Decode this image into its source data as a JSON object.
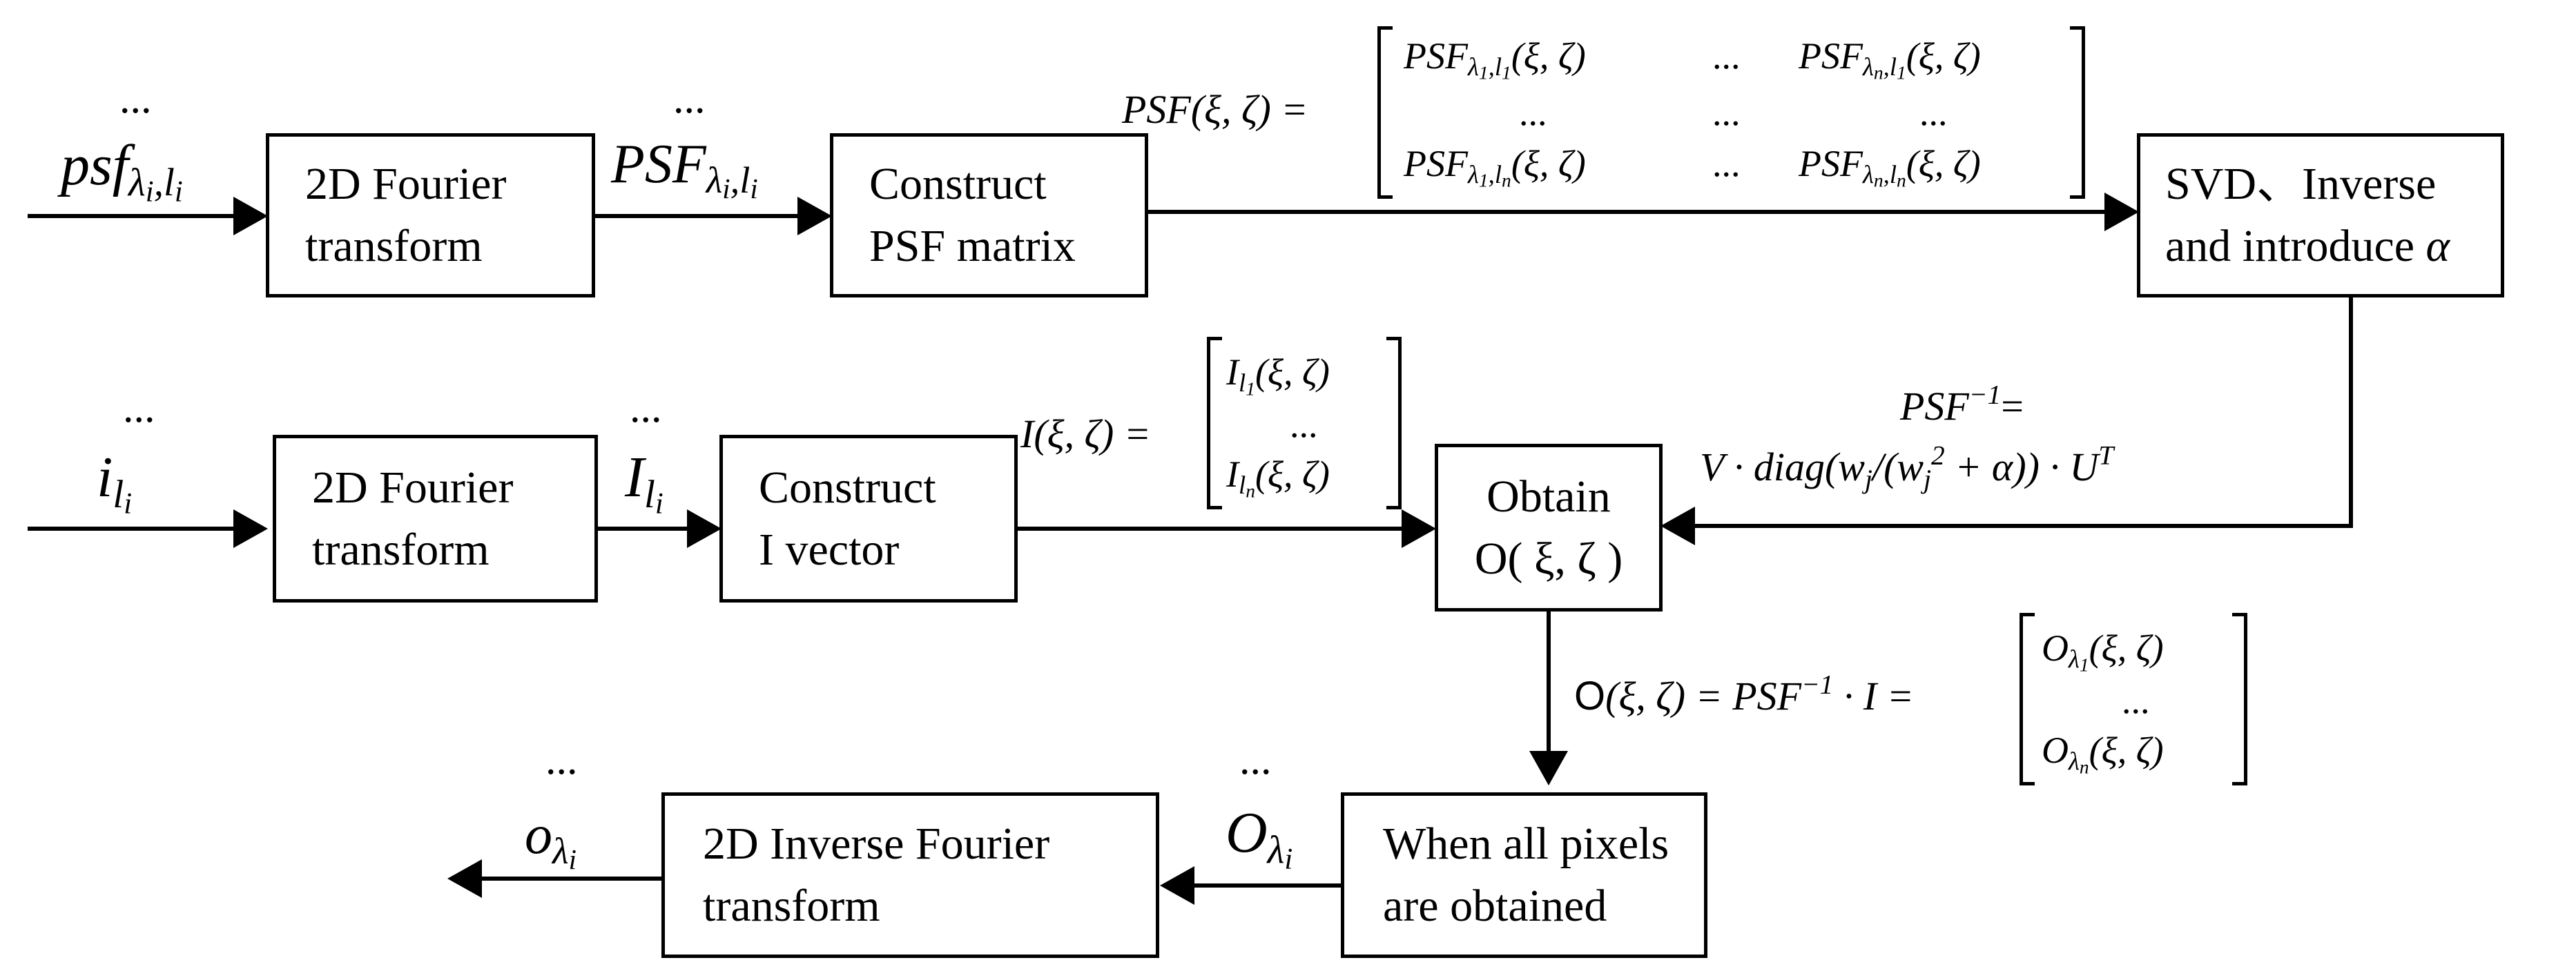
{
  "boxes": {
    "fourier_top": [
      "2D Fourier",
      "transform"
    ],
    "construct_psf": [
      "Construct",
      "PSF matrix"
    ],
    "svd": [
      "SVD、Inverse",
      "and introduce"
    ],
    "fourier_mid": [
      "2D Fourier",
      "transform"
    ],
    "construct_i": [
      "Construct",
      "I vector"
    ],
    "obtain": [
      "Obtain",
      "O( ξ, ζ )"
    ],
    "when_all": [
      "When all pixels",
      "are obtained"
    ],
    "inverse_fourier": [
      "2D Inverse Fourier",
      "transform"
    ]
  },
  "symbols": {
    "ellipsis": "...",
    "alpha": "α",
    "psf_in": {
      "base": "psf",
      "sub": "λ",
      "subsub": "i",
      "sub2": ",l",
      "subsub2": "i"
    },
    "PSF_out": {
      "base": "PSF",
      "sub": "λ",
      "subsub": "i",
      "sub2": ",l",
      "subsub2": "i"
    },
    "i_in": {
      "base": "i",
      "sub": "l",
      "subsub": "i"
    },
    "I_out": {
      "base": "I",
      "sub": "l",
      "subsub": "i"
    },
    "O_lam": {
      "base": "O",
      "sub": "λ",
      "subsub": "i"
    },
    "o_out": {
      "base": "o",
      "sub": "λ",
      "subsub": "i"
    }
  },
  "equations": {
    "psf_lhs": "PSF(ξ, ζ) =",
    "psf_matrix": {
      "r1c1": {
        "base": "PSF",
        "sub": "λ",
        "s1": "1",
        "mid": ",l",
        "s2": "1",
        "arg": "(ξ, ζ)"
      },
      "r1c2": "...",
      "r1c3": {
        "base": "PSF",
        "sub": "λ",
        "s1": "n",
        "mid": ",l",
        "s2": "1",
        "arg": "(ξ, ζ)"
      },
      "r2c1": "...",
      "r2c2": "...",
      "r2c3": "...",
      "r3c1": {
        "base": "PSF",
        "sub": "λ",
        "s1": "1",
        "mid": ",l",
        "s2": "n",
        "arg": "(ξ, ζ)"
      },
      "r3c2": "...",
      "r3c3": {
        "base": "PSF",
        "sub": "λ",
        "s1": "n",
        "mid": ",l",
        "s2": "n",
        "arg": "(ξ, ζ)"
      }
    },
    "i_lhs": "I(ξ, ζ) =",
    "i_vector": {
      "r1": {
        "base": "I",
        "sub": "l",
        "s1": "1",
        "arg": "(ξ, ζ)"
      },
      "r2": "...",
      "r3": {
        "base": "I",
        "sub": "l",
        "s1": "n",
        "arg": "(ξ, ζ)"
      }
    },
    "psf_inv": {
      "base": "PSF",
      "sup": "−1",
      "eq": "="
    },
    "svd_formula": {
      "pre": "V · diag(w",
      "wsub": "j",
      "mid": "/(w",
      "wsub2": "j",
      "wsup2": "2",
      "post": " + α)) · U",
      "sup": "T"
    },
    "o_eq": {
      "lhs_O": "O",
      "lhs": "(ξ, ζ) = PSF",
      "sup": "−1",
      "rest": " · I ="
    },
    "o_vector": {
      "r1": {
        "base": "O",
        "sub": "λ",
        "s1": "1",
        "arg": "(ξ, ζ)"
      },
      "r2": "...",
      "r3": {
        "base": "O",
        "sub": "λ",
        "s1": "n",
        "arg": "(ξ, ζ)"
      }
    }
  }
}
